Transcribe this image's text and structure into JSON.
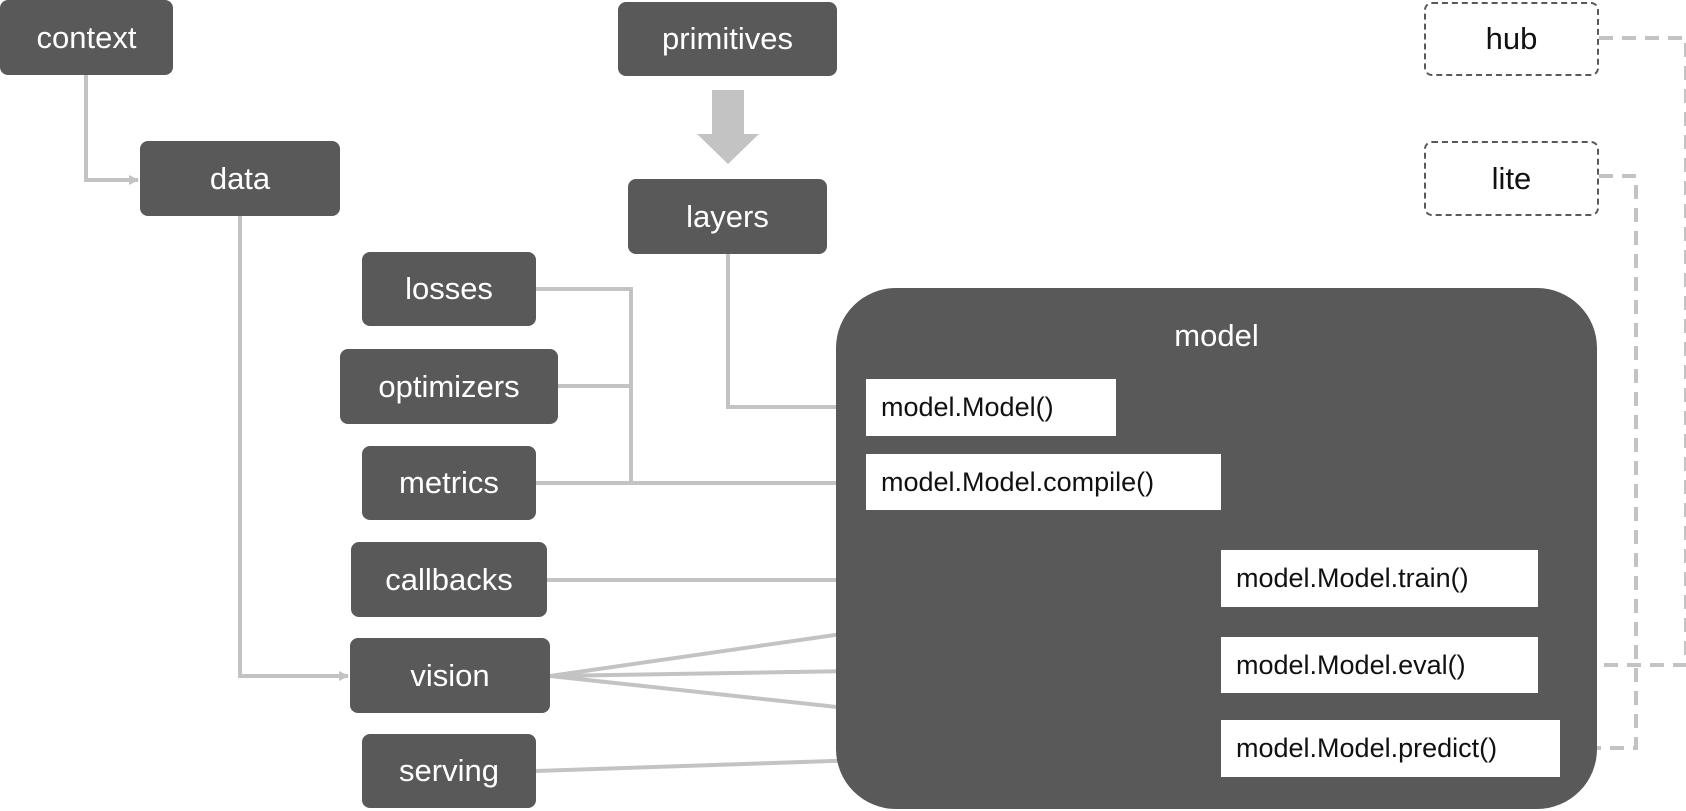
{
  "colors": {
    "node_fill": "#595959",
    "node_text": "#ffffff",
    "connector": "#c3c3c3",
    "api_fill": "#ffffff",
    "external_border": "#595959"
  },
  "nodes": {
    "context": "context",
    "data": "data",
    "primitives": "primitives",
    "layers": "layers",
    "losses": "losses",
    "optimizers": "optimizers",
    "metrics": "metrics",
    "callbacks": "callbacks",
    "vision": "vision",
    "serving": "serving"
  },
  "external": {
    "hub": "hub",
    "lite": "lite"
  },
  "model": {
    "title": "model",
    "apis": {
      "model": "model.Model()",
      "compile": "model.Model.compile()",
      "train": "model.Model.train()",
      "eval": "model.Model.eval()",
      "predict": "model.Model.predict()"
    }
  }
}
